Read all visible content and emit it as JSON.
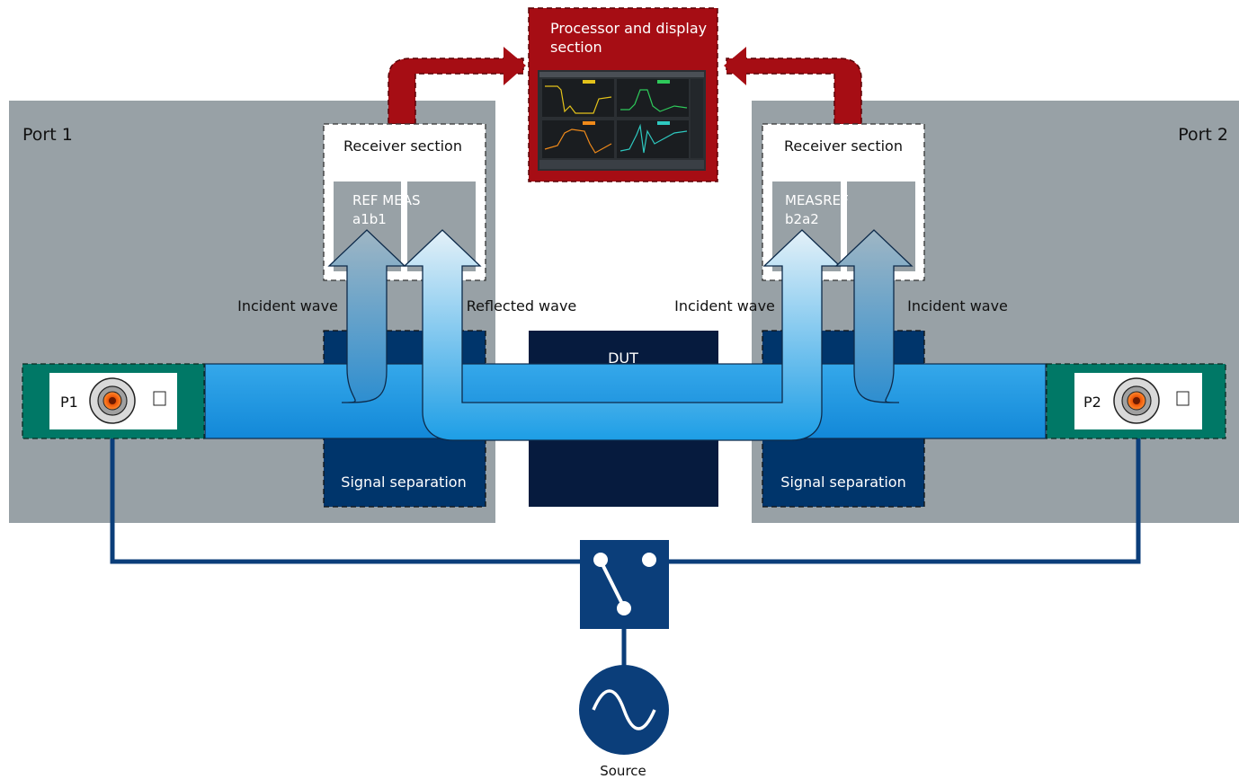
{
  "colors": {
    "port_panel": "#98a1a6",
    "receiver_bg": "#ffffff",
    "receiver_inner": "#98a1a6",
    "signal_separation": "#00356b",
    "dut": "#061b3e",
    "processor": "#a60d14",
    "connector_panel": "#007866",
    "source_blue": "#0b3e7a",
    "wave_light": "#dfeef6",
    "wave_dark": "#1d9ee6"
  },
  "port1": {
    "title": "Port 1",
    "receiver_title": "Receiver section",
    "ref_label_line1": "REF MEAS",
    "ref_label_line2": "a1b1",
    "signal_separation": "Signal separation",
    "connector_label": "P1"
  },
  "port2": {
    "title": "Port 2",
    "receiver_title": "Receiver section",
    "ref_label_line1": "MEASREF",
    "ref_label_line2": "b2a2",
    "signal_separation": "Signal separation",
    "connector_label": "P2"
  },
  "processor": {
    "title_line1": "Processor and display",
    "title_line2": "section"
  },
  "dut": {
    "label": "DUT"
  },
  "waves": {
    "p1_incident": "Incident wave",
    "p1_reflected": "Reflected wave",
    "p2_incident_left": "Incident wave",
    "p2_incident_right": "Incident wave"
  },
  "source": {
    "label": "Source"
  },
  "icons": [
    "connector-icon",
    "switch-icon",
    "sine-source-icon",
    "screen-icon"
  ]
}
